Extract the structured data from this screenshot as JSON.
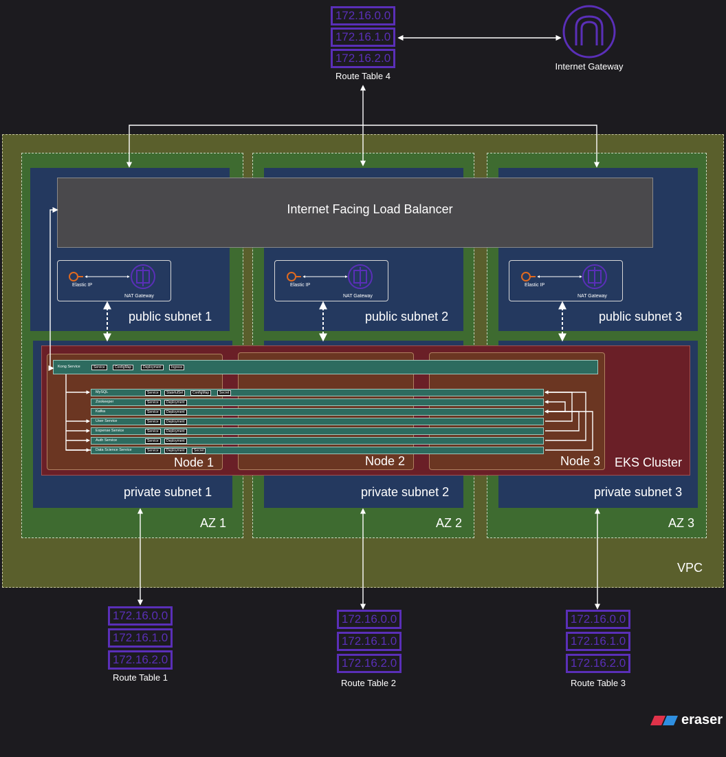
{
  "vpc": {
    "label": "VPC"
  },
  "azs": [
    {
      "label": "AZ 1",
      "public_subnet": "public subnet 1",
      "private_subnet": "private subnet 1",
      "node": "Node 1"
    },
    {
      "label": "AZ 2",
      "public_subnet": "public subnet 2",
      "private_subnet": "private subnet 2",
      "node": "Node 2"
    },
    {
      "label": "AZ 3",
      "public_subnet": "public subnet 3",
      "private_subnet": "private subnet 3",
      "node": "Node 3"
    }
  ],
  "load_balancer": {
    "label": "Internet Facing Load Balancer"
  },
  "nat": {
    "elastic_ip": "Elastic IP",
    "nat_gateway": "NAT Gateway"
  },
  "eks": {
    "label": "EKS Cluster"
  },
  "kong": {
    "name": "Kong Service",
    "tags": [
      "Service",
      "ConfigMap",
      "Deployment",
      "Ingress"
    ]
  },
  "services": [
    {
      "name": "MySQL",
      "tags": [
        "Service",
        "StatefulSet",
        "ConfigMap",
        "Secret"
      ]
    },
    {
      "name": "Zookeeper",
      "tags": [
        "Service",
        "Deployment"
      ]
    },
    {
      "name": "Kafka",
      "tags": [
        "Service",
        "Deployment"
      ]
    },
    {
      "name": "User Service",
      "tags": [
        "Service",
        "Deployment"
      ]
    },
    {
      "name": "Expense Service",
      "tags": [
        "Service",
        "Deployment"
      ]
    },
    {
      "name": "Auth Service",
      "tags": [
        "Service",
        "Deployment"
      ]
    },
    {
      "name": "Data Science Service",
      "tags": [
        "Service",
        "Deployment",
        "Secret"
      ]
    }
  ],
  "internet_gateway": {
    "label": "Internet Gateway"
  },
  "route_tables": [
    {
      "label": "Route Table 4",
      "cidrs": [
        "172.16.0.0",
        "172.16.1.0",
        "172.16.2.0"
      ]
    },
    {
      "label": "Route Table 1",
      "cidrs": [
        "172.16.0.0",
        "172.16.1.0",
        "172.16.2.0"
      ]
    },
    {
      "label": "Route Table 2",
      "cidrs": [
        "172.16.0.0",
        "172.16.1.0",
        "172.16.2.0"
      ]
    },
    {
      "label": "Route Table 3",
      "cidrs": [
        "172.16.0.0",
        "172.16.1.0",
        "172.16.2.0"
      ]
    }
  ],
  "brand": {
    "name": "eraser"
  },
  "colors": {
    "vpc": "#5a5f2c",
    "az": "#3e6b30",
    "subnet": "#24395f",
    "eks": "#6a1f27",
    "node": "#6b3622",
    "route": "#5a2fb8",
    "gateway": "#5a2fb8"
  }
}
